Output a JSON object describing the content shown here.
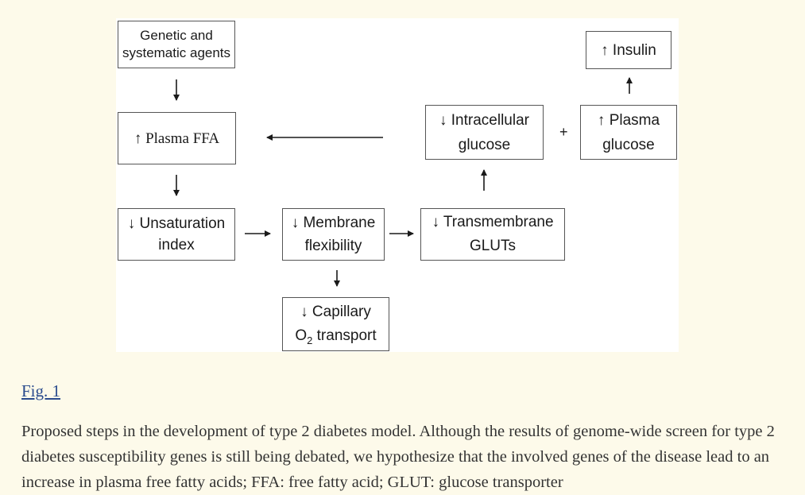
{
  "diagram": {
    "nodes": {
      "genetic": {
        "line1": "Genetic and",
        "line2": "systematic agents"
      },
      "plasma_ffa": {
        "text": "↑ Plasma FFA"
      },
      "unsaturation": {
        "line1": "↓ Unsaturation",
        "line2": "index"
      },
      "membrane": {
        "line1": "↓ Membrane",
        "line2": "flexibility"
      },
      "capillary": {
        "line1": "↓ Capillary",
        "line2_o": "O",
        "line2_sub": "2",
        "line2_rest": " transport"
      },
      "transmembrane": {
        "line1": "↓ Transmembrane",
        "line2": "GLUTs"
      },
      "intracellular": {
        "line1": "↓ Intracellular",
        "line2": "glucose"
      },
      "plasma_glucose": {
        "line1": "↑ Plasma",
        "line2": "glucose"
      },
      "insulin": {
        "text": "↑ Insulin"
      }
    },
    "plus_sign": "+"
  },
  "figure_link": "Fig. 1",
  "caption": "Proposed steps in the development of type 2 diabetes model. Although the results of genome-wide screen for type 2 diabetes susceptibility genes is still being debated, we hypothesize that the involved genes of the disease lead to an increase in plasma free fatty acids; FFA: free fatty acid; GLUT: glucose transporter"
}
